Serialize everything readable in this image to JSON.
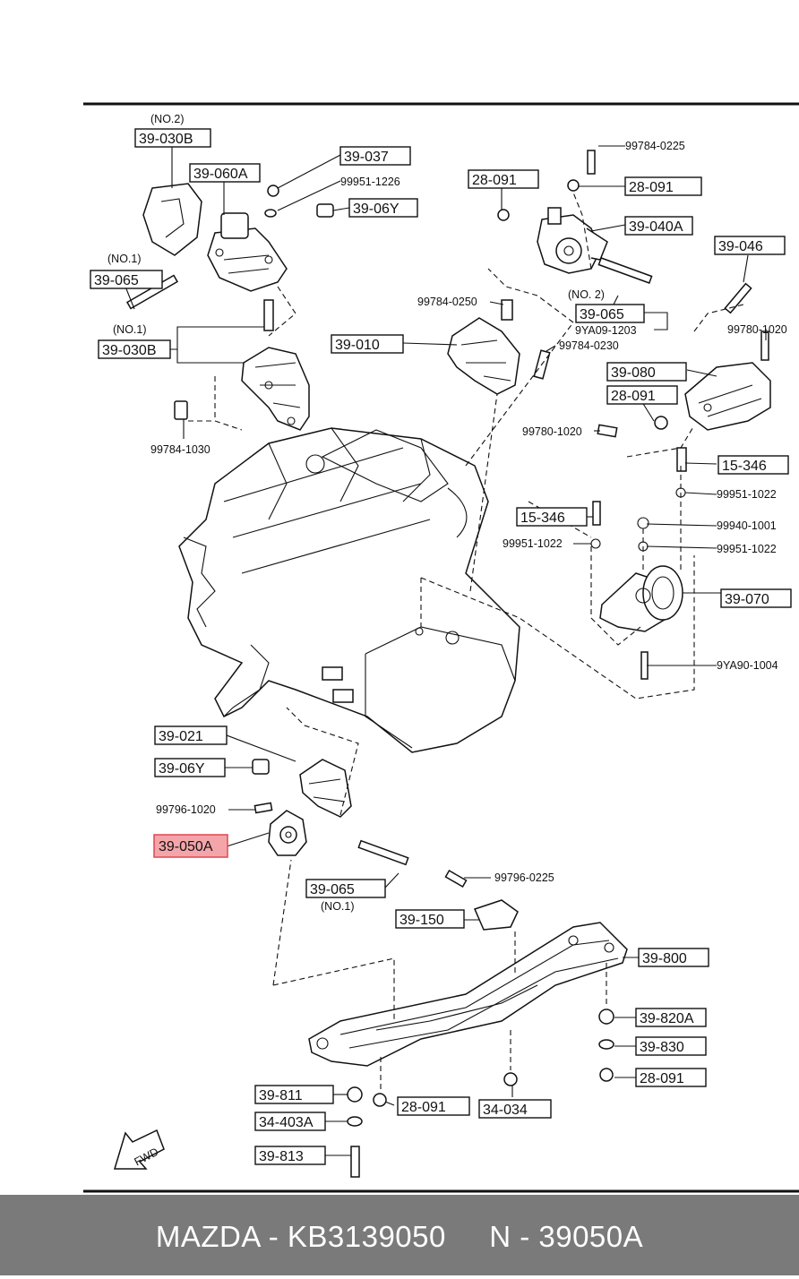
{
  "labels": {
    "no2_top": "(NO.2)",
    "p39030b_top": "39-030B",
    "p39060a": "39-060A",
    "p39037": "39-037",
    "p99951_1226": "99951-1226",
    "p3906y_top": "39-06Y",
    "no1_a": "(NO.1)",
    "p39065_left": "39-065",
    "no1_b": "(NO.1)",
    "p39030b_mid": "39-030B",
    "p99784_1030": "99784-1030",
    "p28091_a": "28-091",
    "p99784_0225": "99784-0225",
    "p28091_b": "28-091",
    "p39040a": "39-040A",
    "p99784_0250": "99784-0250",
    "no2_b": "(NO. 2)",
    "p39065_mid": "39-065",
    "p9ya09_1203": "9YA09-1203",
    "p39010": "39-010",
    "p99784_0230": "99784-0230",
    "p39046": "39-046",
    "p99780_1020_r": "99780-1020",
    "p39080": "39-080",
    "p28091_c": "28-091",
    "p99780_1020_l": "99780-1020",
    "p15346_r": "15-346",
    "p99951_1022_a": "99951-1022",
    "p15346_l": "15-346",
    "p99940_1001": "99940-1001",
    "p99951_1022_l": "99951-1022",
    "p99951_1022_b": "99951-1022",
    "p39070": "39-070",
    "p9ya90_1004": "9YA90-1004",
    "p39021": "39-021",
    "p3906y_bot": "39-06Y",
    "p99796_1020": "99796-1020",
    "p39050a": "39-050A",
    "p39065_bot": "39-065",
    "no1_c": "(NO.1)",
    "p99796_0225": "99796-0225",
    "p39150": "39-150",
    "p39800": "39-800",
    "p39820a": "39-820A",
    "p39830": "39-830",
    "p28091_d": "28-091",
    "p39811": "39-811",
    "p28091_e": "28-091",
    "p34034": "34-034",
    "p34403a": "34-403A",
    "p39813": "39-813",
    "fwd": "FWD"
  },
  "footer": {
    "text": "MAZDA - KB3139050     N - 39050A"
  },
  "highlight_color": "#f4a5aa"
}
